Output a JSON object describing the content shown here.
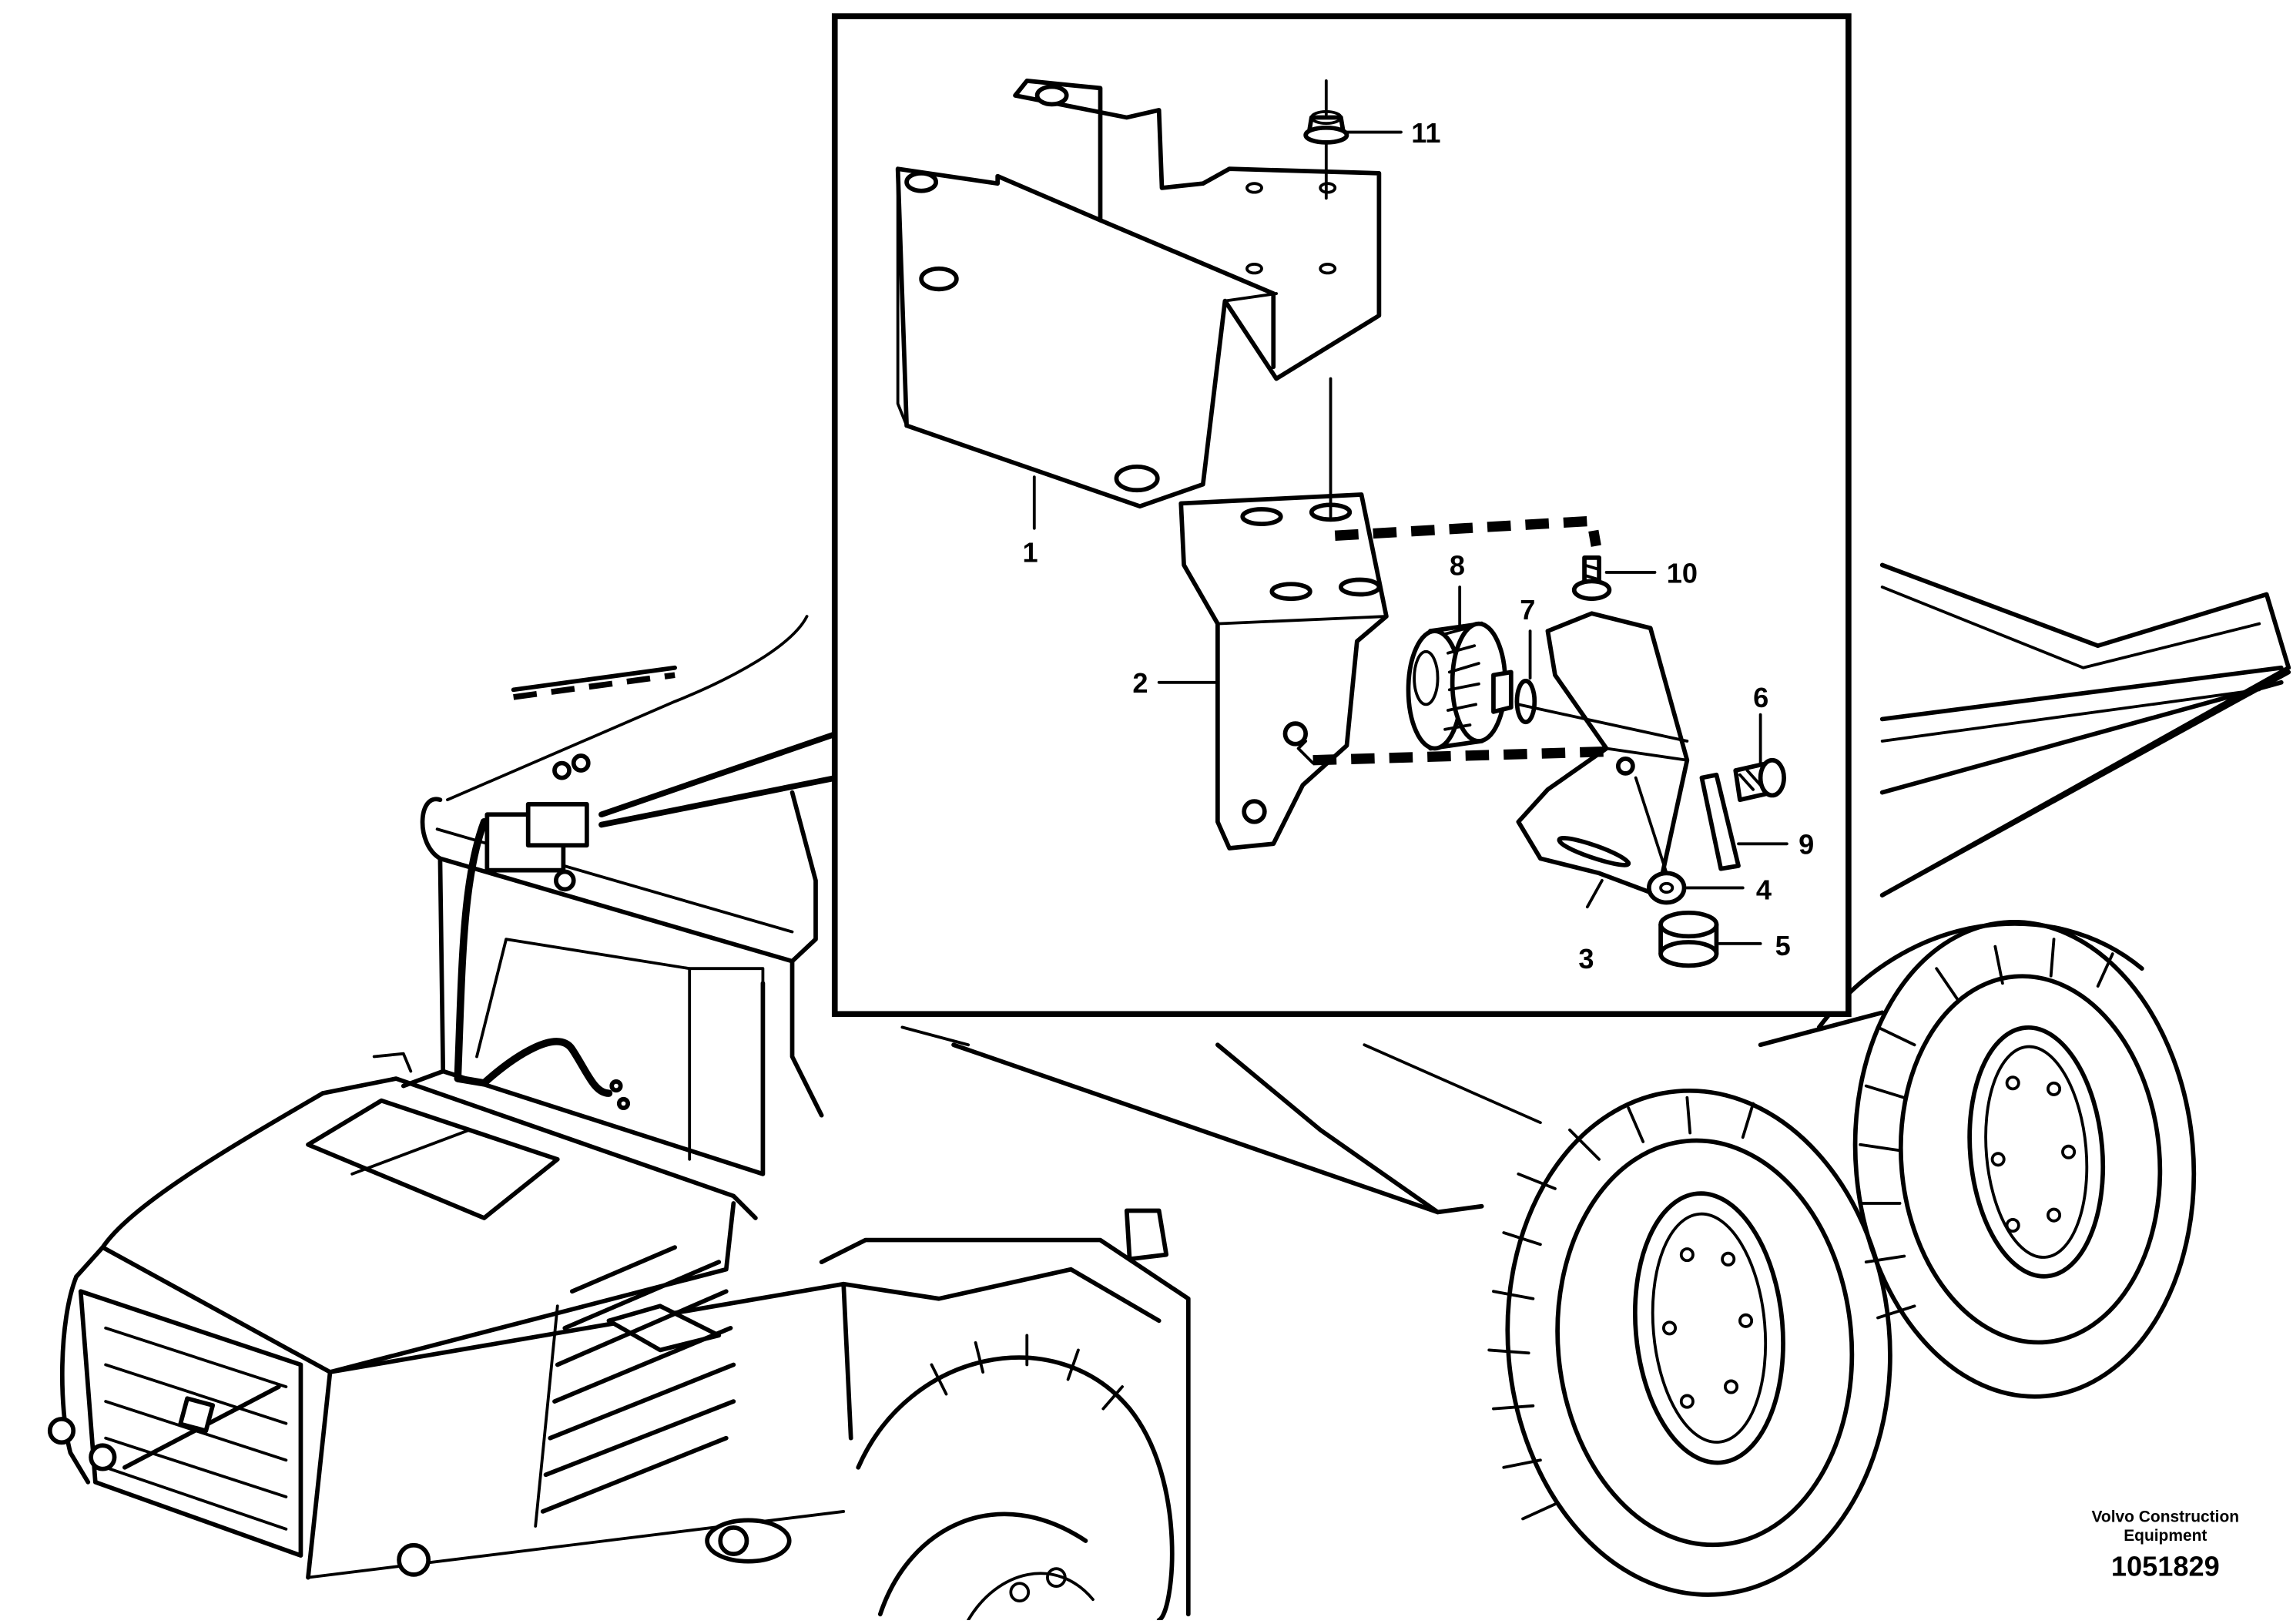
{
  "diagram": {
    "callouts": [
      {
        "id": "1",
        "label": "1"
      },
      {
        "id": "2",
        "label": "2"
      },
      {
        "id": "3",
        "label": "3"
      },
      {
        "id": "4",
        "label": "4"
      },
      {
        "id": "5",
        "label": "5"
      },
      {
        "id": "6",
        "label": "6"
      },
      {
        "id": "7",
        "label": "7"
      },
      {
        "id": "8",
        "label": "8"
      },
      {
        "id": "9",
        "label": "9"
      },
      {
        "id": "10",
        "label": "10"
      },
      {
        "id": "11",
        "label": "11"
      }
    ],
    "credit_line1": "Volvo Construction",
    "credit_line2": "Equipment",
    "reference_number": "1051829"
  }
}
